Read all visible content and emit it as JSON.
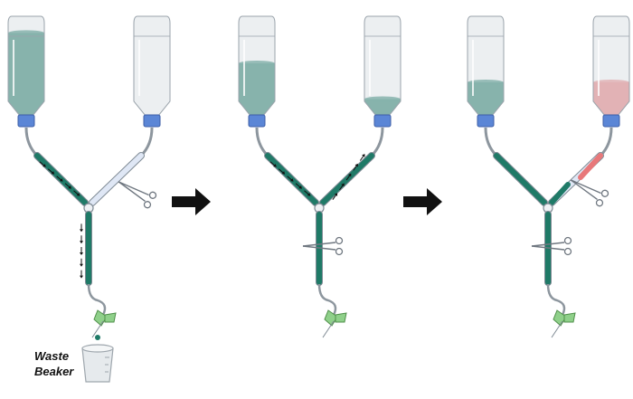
{
  "labels": {
    "waste_line1": "Waste",
    "waste_line2": "Beaker"
  },
  "colors": {
    "teal_liquid": "#1f7a67",
    "pink_liquid": "#e8787a",
    "bottle_glass": "#dde2e6",
    "cap_blue": "#5b86d6",
    "tube_empty": "#dfe7f5",
    "arrow": "#111111",
    "stopcock_green": "#8fd08a"
  },
  "panels": [
    {
      "stage": 1,
      "left_bottle_fill": 0.9,
      "right_bottle_fill": 0.0,
      "right_bottle_liquid": "none",
      "left_clamp": false,
      "right_clamp": true,
      "stem_clamp": false,
      "flow_to_waste": true
    },
    {
      "stage": 2,
      "left_bottle_fill": 0.5,
      "right_bottle_fill": 0.03,
      "right_bottle_liquid": "teal",
      "left_clamp": false,
      "right_clamp": false,
      "stem_clamp": true,
      "flow_to_waste": false
    },
    {
      "stage": 3,
      "left_bottle_fill": 0.25,
      "right_bottle_fill": 0.25,
      "right_bottle_liquid": "pink",
      "left_clamp": false,
      "right_clamp": true,
      "stem_clamp": true,
      "flow_to_waste": false
    }
  ]
}
